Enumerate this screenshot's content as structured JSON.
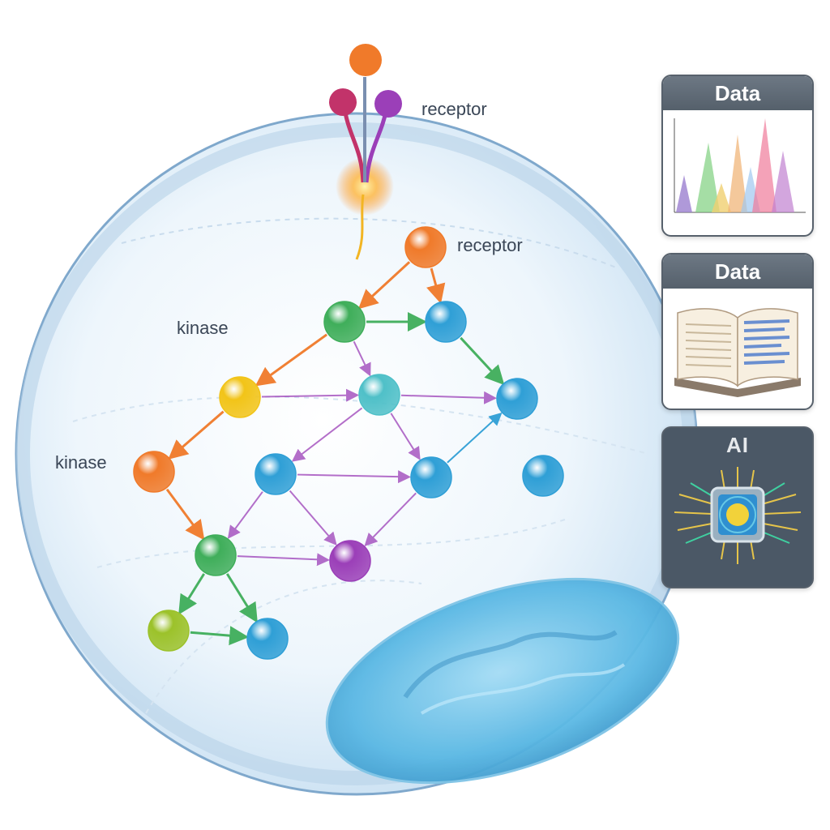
{
  "labels": {
    "receptor_top": "receptor",
    "receptor_inner": "receptor",
    "kinase_upper": "kinase",
    "kinase_lower": "kinase"
  },
  "cards": [
    {
      "title": "Data",
      "icon": "spectrum-chart-icon"
    },
    {
      "title": "Data",
      "icon": "open-book-icon"
    },
    {
      "title": "AI",
      "icon": "ai-chip-icon"
    }
  ],
  "colors": {
    "orange": "#f07a2a",
    "green": "#3fae5a",
    "blue": "#2f9fd6",
    "teal": "#4fc0c8",
    "yellow": "#f2c418",
    "purple": "#9b3fb8",
    "lime": "#9cc22a",
    "magenta": "#c2336a",
    "cell": "#cfe6f6",
    "nucleus": "#6cc3ea"
  },
  "nodes": [
    {
      "id": "n1",
      "color": "orange",
      "label": "receptor"
    },
    {
      "id": "n2",
      "color": "green"
    },
    {
      "id": "n3",
      "color": "blue"
    },
    {
      "id": "n4",
      "color": "yellow"
    },
    {
      "id": "n5",
      "color": "teal"
    },
    {
      "id": "n6",
      "color": "blue"
    },
    {
      "id": "n7",
      "color": "orange"
    },
    {
      "id": "n8",
      "color": "blue"
    },
    {
      "id": "n9",
      "color": "blue"
    },
    {
      "id": "n10",
      "color": "blue"
    },
    {
      "id": "n11",
      "color": "green"
    },
    {
      "id": "n12",
      "color": "purple"
    },
    {
      "id": "n13",
      "color": "lime"
    },
    {
      "id": "n14",
      "color": "blue"
    }
  ],
  "edges": [
    {
      "from": "n1",
      "to": "n2",
      "color": "orange"
    },
    {
      "from": "n1",
      "to": "n3",
      "color": "orange"
    },
    {
      "from": "n2",
      "to": "n3",
      "color": "green"
    },
    {
      "from": "n2",
      "to": "n4",
      "color": "orange"
    },
    {
      "from": "n2",
      "to": "n5",
      "color": "purple"
    },
    {
      "from": "n3",
      "to": "n6",
      "color": "green"
    },
    {
      "from": "n4",
      "to": "n5",
      "color": "purple"
    },
    {
      "from": "n4",
      "to": "n7",
      "color": "orange"
    },
    {
      "from": "n5",
      "to": "n8",
      "color": "purple"
    },
    {
      "from": "n5",
      "to": "n9",
      "color": "purple"
    },
    {
      "from": "n5",
      "to": "n6",
      "color": "purple"
    },
    {
      "from": "n8",
      "to": "n9",
      "color": "purple"
    },
    {
      "from": "n9",
      "to": "n6",
      "color": "blue"
    },
    {
      "from": "n8",
      "to": "n12",
      "color": "purple"
    },
    {
      "from": "n9",
      "to": "n12",
      "color": "purple"
    },
    {
      "from": "n7",
      "to": "n11",
      "color": "orange"
    },
    {
      "from": "n11",
      "to": "n12",
      "color": "purple"
    },
    {
      "from": "n11",
      "to": "n13",
      "color": "green"
    },
    {
      "from": "n11",
      "to": "n14",
      "color": "green"
    },
    {
      "from": "n13",
      "to": "n14",
      "color": "green"
    },
    {
      "from": "n8",
      "to": "n11",
      "color": "purple"
    }
  ]
}
